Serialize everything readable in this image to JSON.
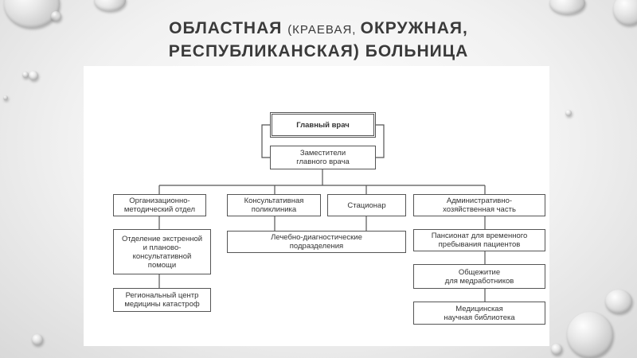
{
  "slide": {
    "title_part1": "ОБЛАСТНАЯ ",
    "title_part2": "(КРАЕВАЯ, ",
    "title_part3": "ОКРУЖНАЯ,",
    "title_part4": "РЕСПУБЛИКАНСКАЯ",
    "title_part5": ") БОЛЬНИЦА"
  },
  "org_chart": {
    "chief": "Главный врач",
    "deputies": "Заместители\nглавного врача",
    "org_method": "Организационно-\nметодический отдел",
    "consult_clinic": "Консультативная\nполиклиника",
    "hospital": "Стационар",
    "admin": "Административно-\nхозяйственная часть",
    "emergency": "Отделение экстренной\nи планово-\nконсультативной\nпомощи",
    "diagnostic": "Лечебно-диагностические\nподразделения",
    "boarding": "Пансионат для временного\nпребывания пациентов",
    "catastrophe": "Региональный центр\nмедицины катастроф",
    "dormitory": "Общежитие\nдля медработников",
    "library": "Медицинская\nнаучная библиотека"
  },
  "colors": {
    "title": "#3a3a3a",
    "line": "#555555",
    "panel": "#ffffff"
  }
}
